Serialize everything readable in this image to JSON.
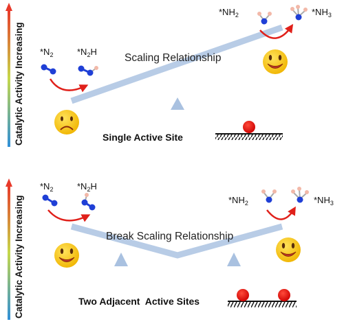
{
  "top_panel": {
    "axis_label": "Catalytic Activity Increasing",
    "beam_label": "Scaling Relationship",
    "site_label": "Single Active Site",
    "species": {
      "n2": {
        "prefix": "*N",
        "sub": "2",
        "suffix": ""
      },
      "n2h": {
        "prefix": "*N",
        "sub": "2",
        "suffix": "H"
      },
      "nh2": {
        "prefix": "*NH",
        "sub": "2",
        "suffix": ""
      },
      "nh3": {
        "prefix": "*NH",
        "sub": "3",
        "suffix": ""
      }
    }
  },
  "bottom_panel": {
    "axis_label": "Catalytic Activity Increasing",
    "beam_label": "Break Scaling Relationship",
    "site_label": "Two Adjacent  Active Sites",
    "species": {
      "n2": {
        "prefix": "*N",
        "sub": "2",
        "suffix": ""
      },
      "n2h": {
        "prefix": "*N",
        "sub": "2",
        "suffix": "H"
      },
      "nh2": {
        "prefix": "*NH",
        "sub": "2",
        "suffix": ""
      },
      "nh3": {
        "prefix": "*NH",
        "sub": "3",
        "suffix": ""
      }
    }
  },
  "colors": {
    "beam": "#b8cce6",
    "fulcrum": "#a9c1e0",
    "arrow": "#e0201a",
    "site": "#e60000",
    "nitrogen": "#1f3fd6",
    "hydrogen": "#f2b8a8",
    "face": "#f5c211",
    "gradient_top": "#e8392a",
    "gradient_mid": "#c6d84a",
    "gradient_bottom": "#2f8fd8"
  },
  "icons": [
    "sad-face-icon",
    "happy-face-icon",
    "arrow-up-icon",
    "surface-hatch-icon"
  ]
}
